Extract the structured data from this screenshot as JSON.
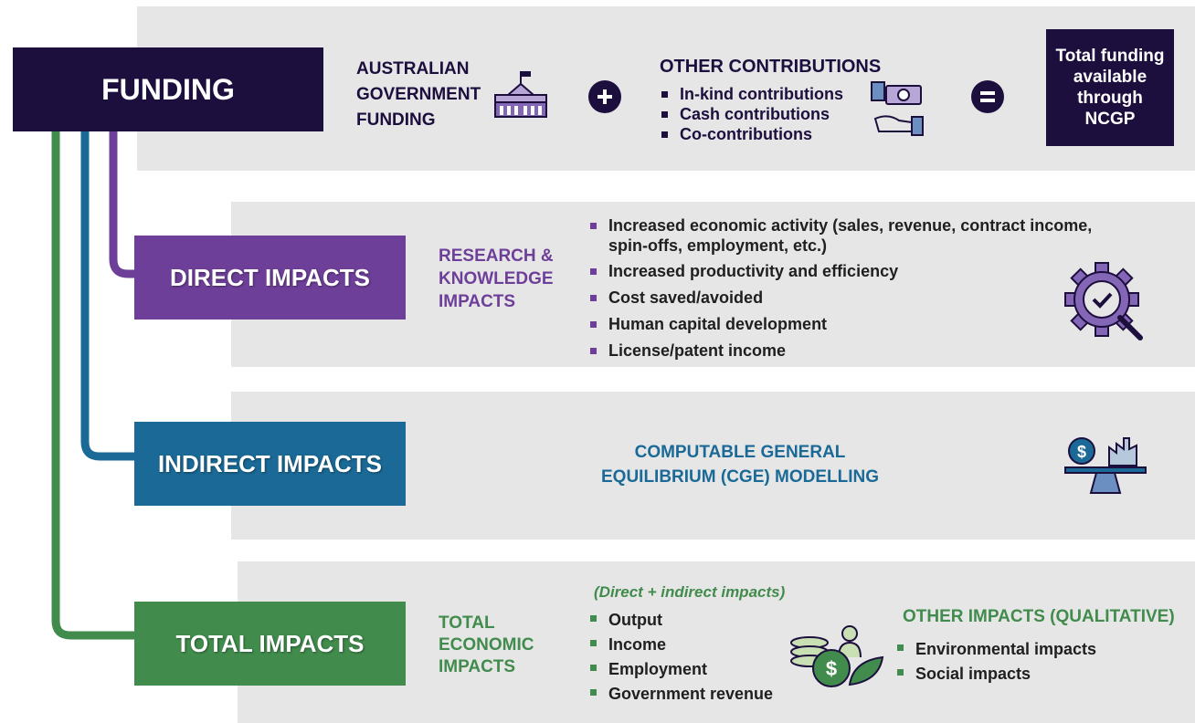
{
  "colors": {
    "navy": "#1d0f3d",
    "purple": "#6e3f99",
    "blue": "#1a6996",
    "green": "#418b4c",
    "panel": "#e6e6e7"
  },
  "funding": {
    "title": "FUNDING",
    "govt_funding": [
      "AUSTRALIAN",
      "GOVERNMENT",
      "FUNDING"
    ],
    "other_title": "OTHER CONTRIBUTIONS",
    "other_items": [
      "In-kind contributions",
      "Cash contributions",
      "Co-contributions"
    ],
    "total": [
      "Total funding",
      "available",
      "through",
      "NCGP"
    ]
  },
  "direct": {
    "title": "DIRECT IMPACTS",
    "subtitle": [
      "RESEARCH &",
      "KNOWLEDGE",
      "IMPACTS"
    ],
    "items": [
      "Increased economic activity (sales, revenue, contract income,",
      "spin-offs, employment, etc.)",
      "Increased productivity and efficiency",
      "Cost saved/avoided",
      "Human capital development",
      "License/patent income"
    ]
  },
  "indirect": {
    "title": "INDIRECT IMPACTS",
    "subtitle": [
      "COMPUTABLE GENERAL",
      "EQUILIBRIUM (CGE) MODELLING"
    ]
  },
  "total": {
    "title": "TOTAL IMPACTS",
    "subtitle": [
      "TOTAL",
      "ECONOMIC",
      "IMPACTS"
    ],
    "note": "(Direct + indirect impacts)",
    "items": [
      "Output",
      "Income",
      "Employment",
      "Government revenue"
    ],
    "other_title": "OTHER IMPACTS (QUALITATIVE)",
    "other_items": [
      "Environmental impacts",
      "Social impacts"
    ]
  },
  "icons": [
    "parliament-house-icon",
    "plus-icon",
    "money-hand-icon",
    "equals-icon",
    "gear-check-icon",
    "balance-scale-icon",
    "money-plant-icon"
  ]
}
